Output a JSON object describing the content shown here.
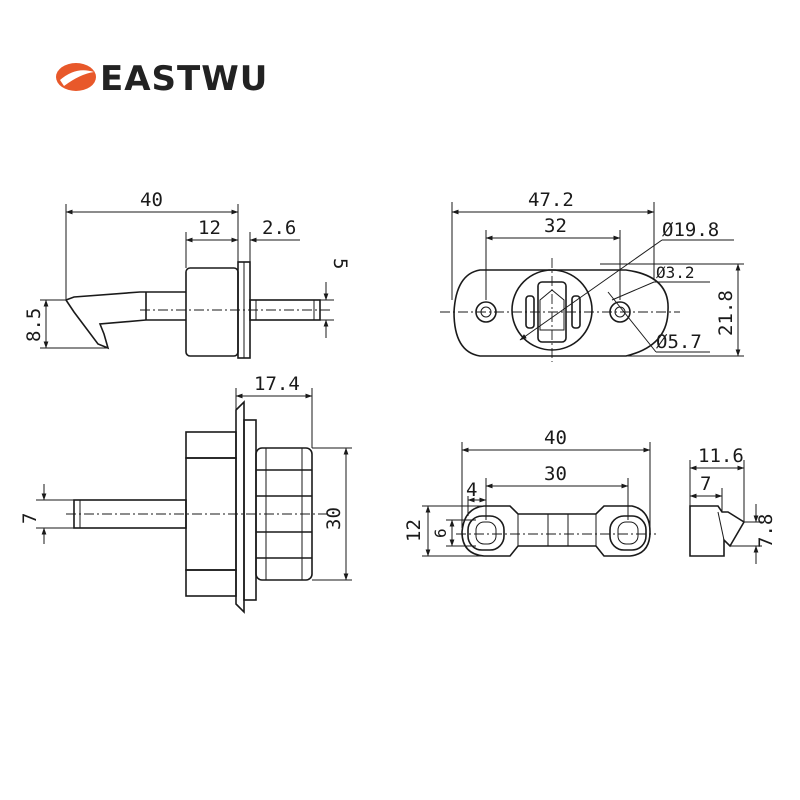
{
  "brand": {
    "name": "EASTWU",
    "logo_icon": "orange-oval-swoosh",
    "accent_color": "#e8582a"
  },
  "views": {
    "side_view": {
      "d_length": "40",
      "d_head": "12",
      "d_pin": "2.6",
      "d_pin_dia": "5",
      "d_hook": "8.5"
    },
    "top_view": {
      "d_length": "47.2",
      "d_holes": "32",
      "d_dia_outer": "Ø19.8",
      "d_dia_hole": "Ø3.2",
      "d_height": "21.8",
      "d_dia_small": "Ø5.7"
    },
    "end_view": {
      "d_width": "17.4",
      "d_height": "30",
      "d_pin_dia": "7"
    },
    "catch_front": {
      "d_length": "40",
      "d_slot": "30",
      "d_edge": "4",
      "d_height": "12",
      "d_inner": "6"
    },
    "catch_side": {
      "d_width": "11.6",
      "d_inner": "7",
      "d_height": "7.8"
    }
  }
}
